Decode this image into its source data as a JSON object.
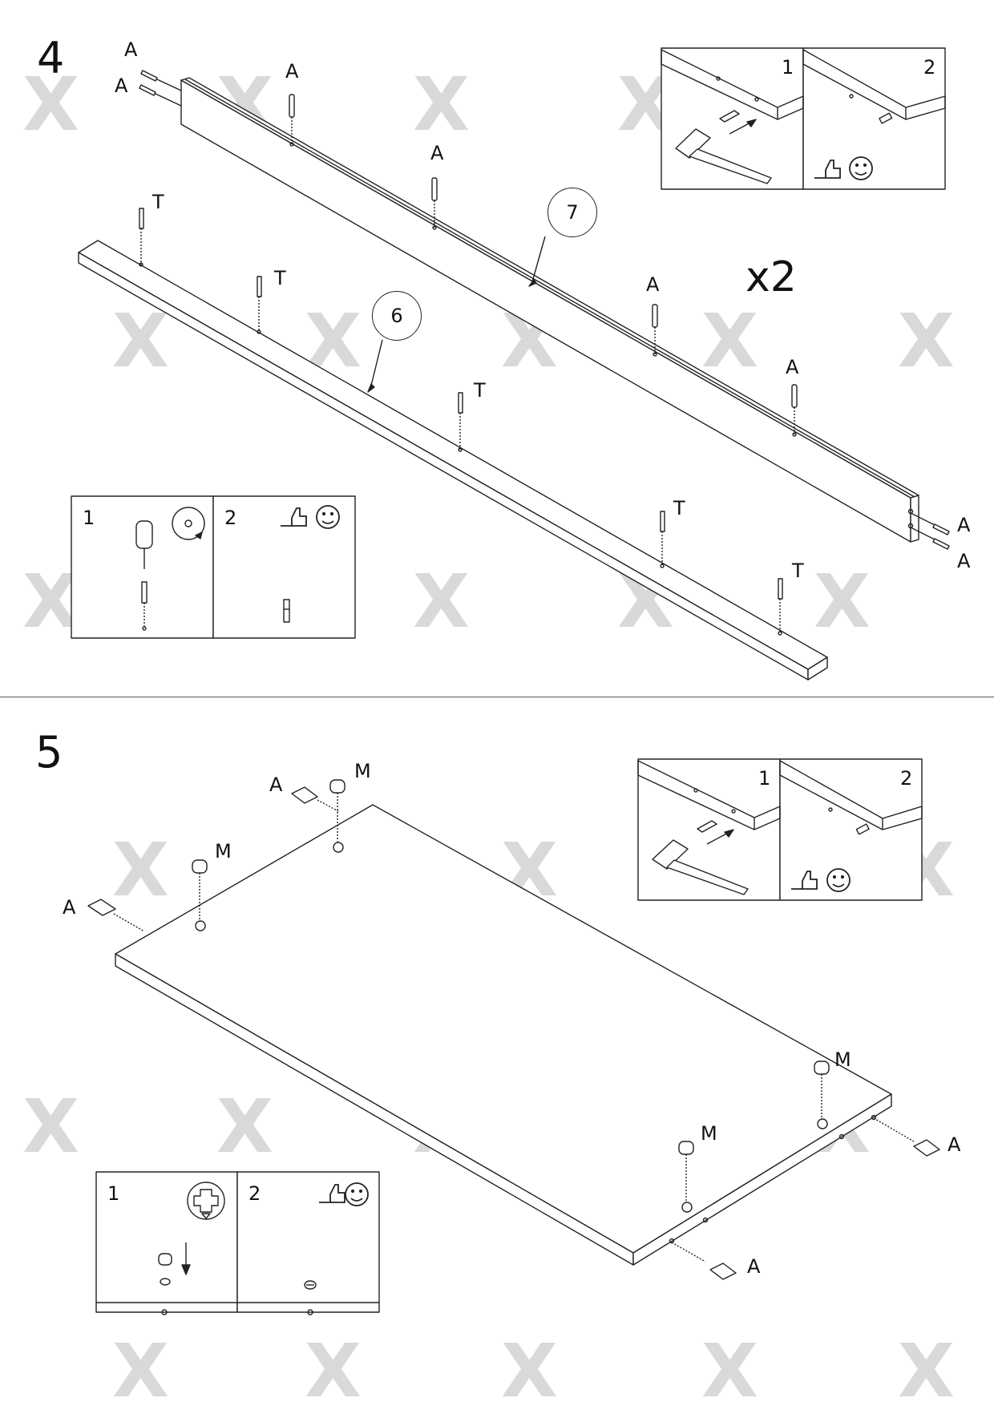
{
  "watermark_glyph": "X",
  "step4": {
    "number": "4",
    "quantity": "x2",
    "part_callouts": [
      "7",
      "6"
    ],
    "dowel_label": "A",
    "screw_label": "T",
    "inset_hammer_steps": [
      "1",
      "2"
    ],
    "inset_screw_steps": [
      "1",
      "2"
    ],
    "icons": [
      "rotate-clockwise-icon",
      "thumbs-up-icon",
      "smiley-icon",
      "hammer-icon",
      "screwdriver-icon"
    ]
  },
  "step5": {
    "number": "5",
    "dowel_label": "A",
    "cam_label": "M",
    "inset_hammer_steps": [
      "1",
      "2"
    ],
    "inset_cam_steps": [
      "1",
      "2"
    ],
    "icons": [
      "cam-lock-icon",
      "thumbs-up-icon",
      "smiley-icon",
      "hammer-icon",
      "arrow-down-icon"
    ]
  }
}
